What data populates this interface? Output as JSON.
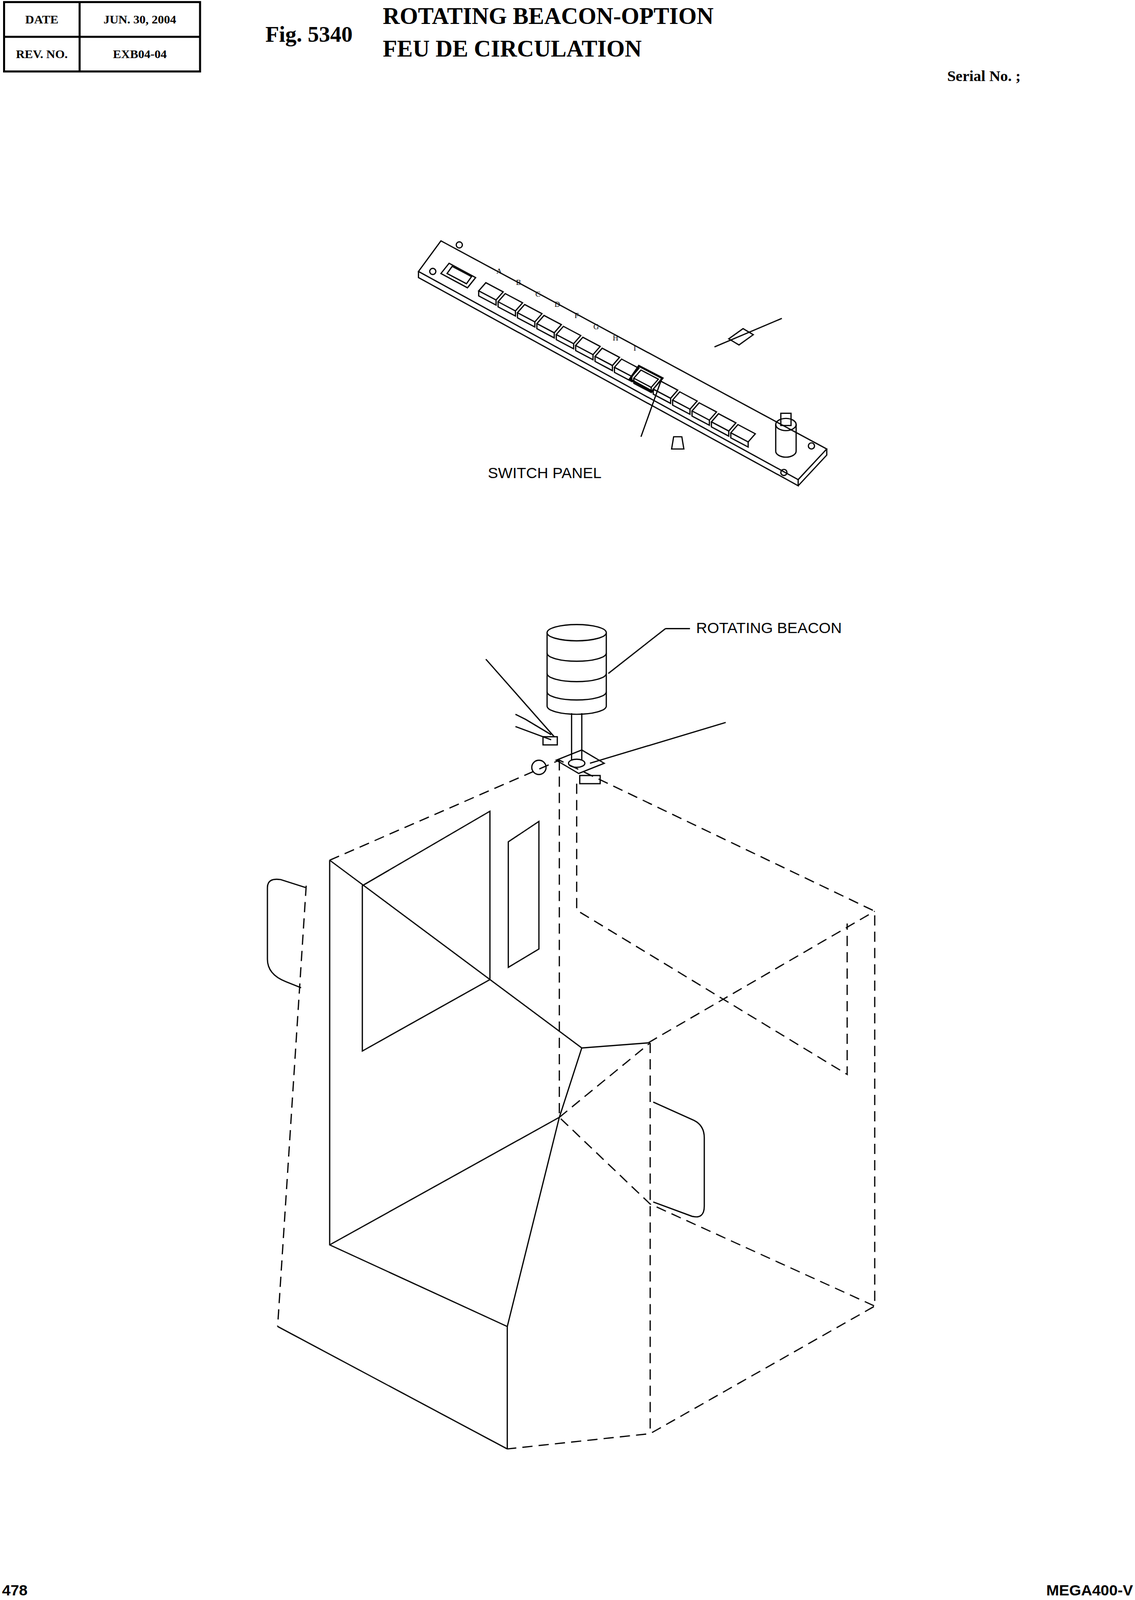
{
  "diagram": {
    "title": "ROTATING BEACON-OPTION",
    "labels": [
      "DATE",
      "JUN. 30, 2004",
      "REV. NO.",
      "EXB04-04",
      "Fig. 5340",
      "FEU DE CIRCULATION",
      "Serial No. ;",
      "SWITCH PANEL",
      "ROTATING BEACON",
      "478",
      "MEGA400-V",
      "A",
      "B",
      "C",
      "D",
      "F",
      "G",
      "H",
      "I"
    ]
  }
}
